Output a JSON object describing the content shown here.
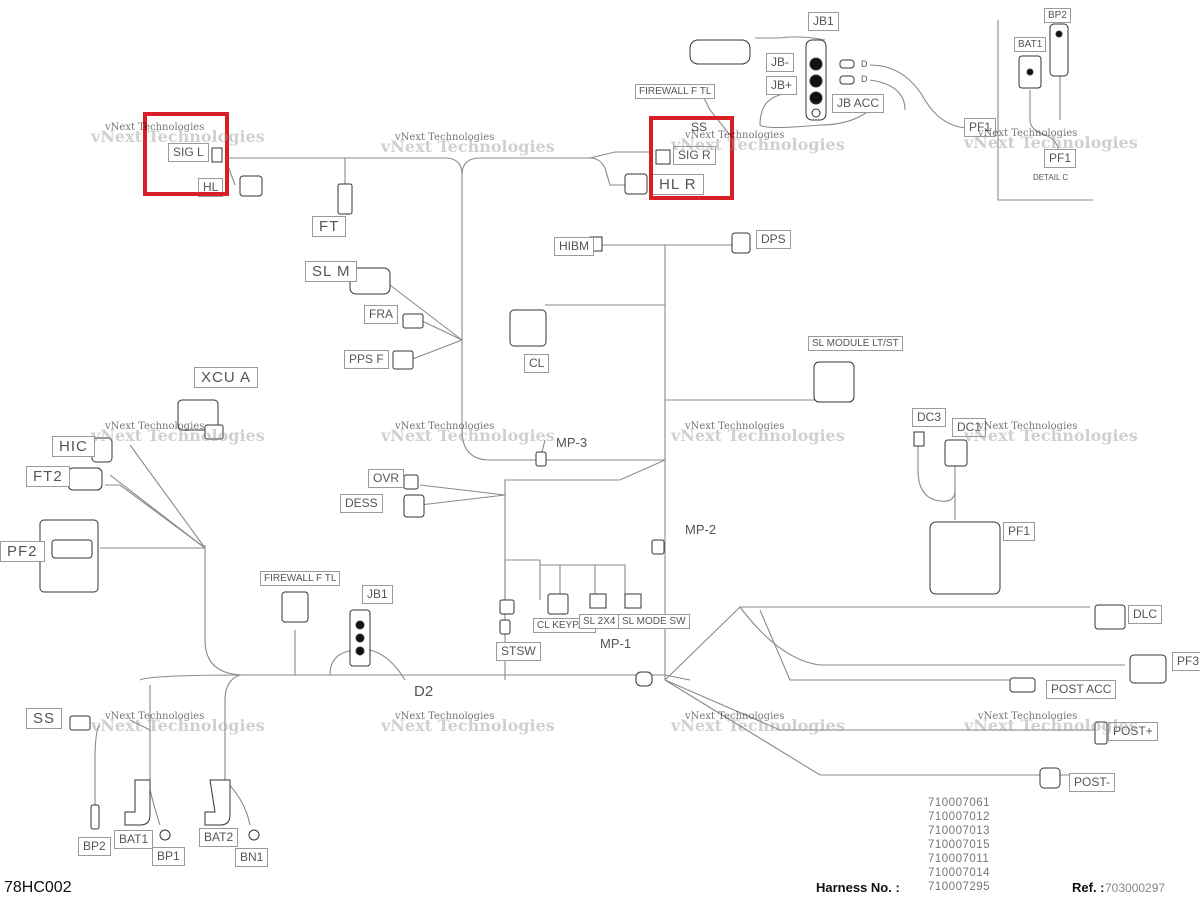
{
  "labels": {
    "sig_l": "SIG L",
    "hl_l": "HL",
    "ft": "FT",
    "sl_m": "SL M",
    "fra": "FRA",
    "pps_f": "PPS F",
    "xcu_a": "XCU A",
    "hic": "HIC",
    "ft2": "FT2",
    "pf2": "PF2",
    "firewall_f_tl_top": "FIREWALL F TL",
    "sig_r": "SIG R",
    "hl_r": "HL R",
    "ss_top": "SS",
    "jb1_top": "JB1",
    "jb_minus": "JB-",
    "jb_plus": "JB+",
    "jb_acc": "JB ACC",
    "d_1": "D",
    "d_2": "D",
    "bat1_top": "BAT1",
    "bp2_top": "BP2",
    "pf1_a": "PF1",
    "pf1_b": "PF1",
    "detail_c": "DETAIL C",
    "hibm": "HIBM",
    "dps": "DPS",
    "cl": "CL",
    "sl_module": "SL MODULE LT/ST",
    "dc3": "DC3",
    "dc1": "DC1",
    "pf1_main": "PF1",
    "mp3": "MP-3",
    "ovr": "OVR",
    "dess": "DESS",
    "mp2": "MP-2",
    "firewall_f_tl_mid": "FIREWALL F TL",
    "jb1_mid": "JB1",
    "stsw": "STSW",
    "cl_keypad": "CL KEYPAD",
    "sl_2x4": "SL 2X4",
    "sl_mode_sw": "SL MODE SW",
    "mp1": "MP-1",
    "d2": "D2",
    "dlc": "DLC",
    "pf3": "PF3",
    "post_acc": "POST ACC",
    "post_plus": "POST+",
    "post_minus": "POST-",
    "ss": "SS",
    "bp2": "BP2",
    "bat1": "BAT1",
    "bp1": "BP1",
    "bat2": "BAT2",
    "bn1": "BN1"
  },
  "watermark": {
    "line1": "vNext Technologies",
    "line2": "vNext Technologies"
  },
  "footer": {
    "drawing_code": "78HC002",
    "harness_label": "Harness No. :",
    "ref_label": "Ref. :",
    "ref_value": "703000297",
    "harness_numbers": [
      "710007061",
      "710007012",
      "710007013",
      "710007015",
      "710007011",
      "710007014",
      "710007295"
    ]
  },
  "colors": {
    "highlight": "#d81e26",
    "line": "#8a8a8a",
    "component": "#333333"
  }
}
